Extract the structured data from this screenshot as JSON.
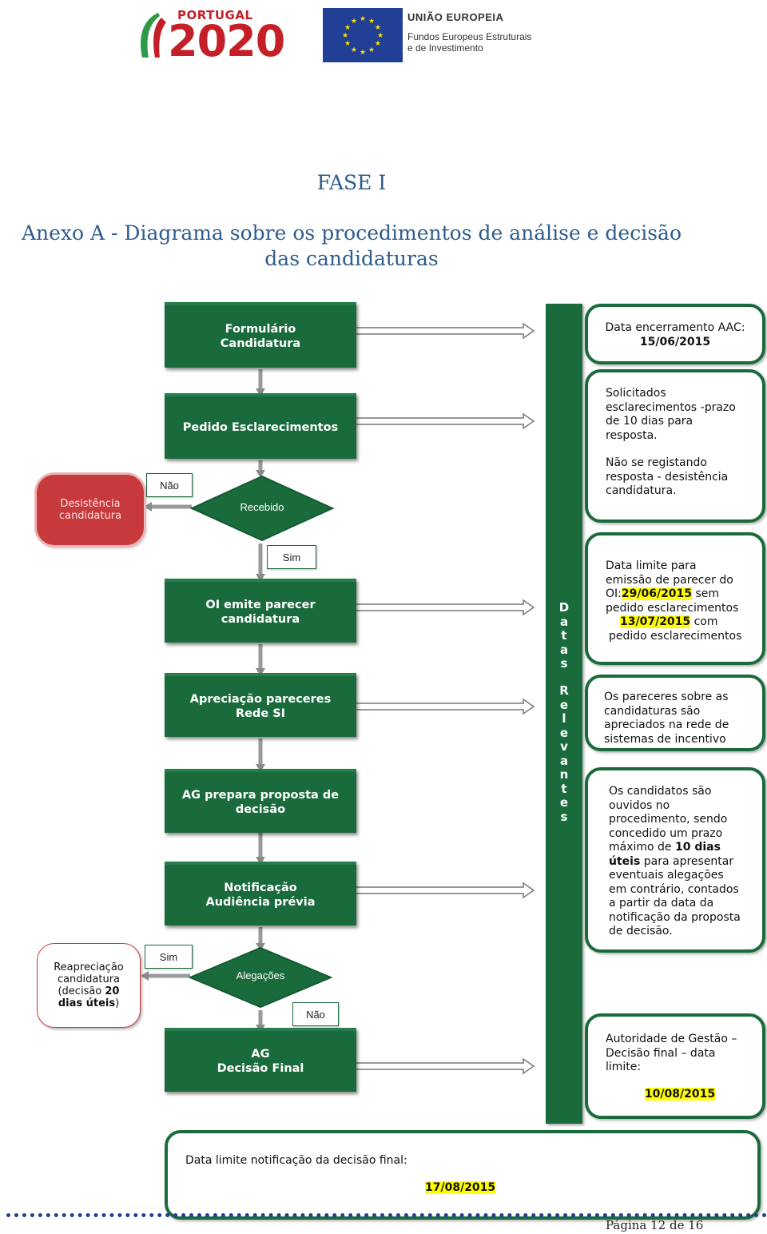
{
  "header": {
    "logo_portugal_word": "PORTUGAL",
    "logo_portugal_year": "2020",
    "eu_title": "UNIÃO EUROPEIA",
    "eu_subtitle_line1": "Fundos Europeus Estruturais",
    "eu_subtitle_line2": "e de Investimento"
  },
  "title": {
    "phase": "FASE I",
    "line1": "Anexo A - Diagrama sobre os procedimentos de análise e decisão",
    "line2": "das candidaturas"
  },
  "flow": {
    "formulario_l1": "Formulário",
    "formulario_l2": "Candidatura",
    "pedido": "Pedido Esclarecimentos",
    "recebido": "Recebido",
    "nao_1": "Não",
    "sim_1": "Sim",
    "desistencia_l1": "Desistência",
    "desistencia_l2": "candidatura",
    "oi_l1": "OI emite parecer",
    "oi_l2": "candidatura",
    "apreciacao_l1": "Apreciação pareceres",
    "apreciacao_l2": "Rede SI",
    "ag_prepara_l1": "AG prepara proposta de",
    "ag_prepara_l2": "decisão",
    "notificacao_l1": "Notificação",
    "notificacao_l2": "Audiência prévia",
    "alegacoes": "Alegações",
    "sim_2": "Sim",
    "nao_2": "Não",
    "reapreciacao_l1": "Reapreciação",
    "reapreciacao_l2": "candidatura",
    "reapreciacao_l3a": "(decisão ",
    "reapreciacao_l3b": "20",
    "reapreciacao_l4a": "dias úteis",
    "reapreciacao_l4b": ")",
    "ag_final_l1": "AG",
    "ag_final_l2": "Decisão Final"
  },
  "vertical_bar": {
    "word1": [
      "D",
      "a",
      "t",
      "a",
      "s"
    ],
    "word2": [
      "R",
      "e",
      "l",
      "e",
      "v",
      "a",
      "n",
      "t",
      "e",
      "s"
    ]
  },
  "info": {
    "box1_l1": "Data encerramento AAC:",
    "box1_date": "15/06/2015",
    "box2_l1": "Solicitados",
    "box2_l2": "esclarecimentos -prazo",
    "box2_l3": "de 10 dias para",
    "box2_l4": "resposta.",
    "box2_l5": "Não se registando",
    "box2_l6": "resposta - desistência",
    "box2_l7": "candidatura.",
    "box3_l1": "Data limite para",
    "box3_l2": "emissão de parecer do",
    "box3_l3a": "OI:",
    "box3_date1": "29/06/2015",
    "box3_l3b": " sem",
    "box3_l4": "pedido esclarecimentos",
    "box3_date2": "13/07/2015",
    "box3_l5b": " com",
    "box3_l6": "pedido esclarecimentos",
    "box4_l1": "Os pareceres sobre as",
    "box4_l2": "candidaturas são",
    "box4_l3": "apreciados na rede de",
    "box4_l4": "sistemas de incentivo",
    "box5_l1": "Os candidatos são",
    "box5_l2": "ouvidos no",
    "box5_l3": "procedimento, sendo",
    "box5_l4": "concedido um prazo",
    "box5_l5a": "máximo de ",
    "box5_l5b": "10 dias",
    "box5_l6a": "úteis",
    "box5_l6b": " para apresentar",
    "box5_l7": "eventuais alegações",
    "box5_l8": "em contrário, contados",
    "box5_l9": "a partir da data da",
    "box5_l10": "notificação da proposta",
    "box5_l11": "de decisão.",
    "box6_l1": "Autoridade de Gestão –",
    "box6_l2": "Decisão final – data",
    "box6_l3": "limite:",
    "box6_date": "10/08/2015",
    "box7_l1": "Data limite notificação da decisão final:",
    "box7_date": "17/08/2015"
  },
  "footer": {
    "page": "Página 12 de 16"
  },
  "colors": {
    "green": "#1a6b3c",
    "red": "#c8393c",
    "title_blue": "#2e5c8c",
    "highlight": "#ffff00"
  }
}
